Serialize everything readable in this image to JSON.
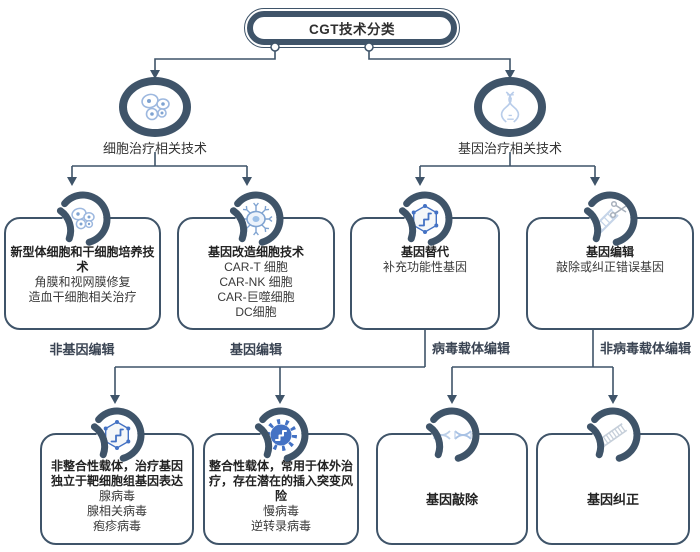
{
  "root": {
    "label": "CGT技术分类"
  },
  "colors": {
    "navy": "#3F5469",
    "light_blue": "#9DB8DF",
    "accent_blue": "#4472C4"
  },
  "level2": [
    {
      "label": "细胞治疗相关技术",
      "icon": "cells-icon"
    },
    {
      "label": "基因治疗相关技术",
      "icon": "dna-icon"
    }
  ],
  "level3": [
    {
      "title": "新型体细胞和干细胞培养技术",
      "body": [
        "角膜和视网膜修复",
        "造血干细胞相关治疗"
      ],
      "tag": "非基因编辑",
      "icon": "cells-icon"
    },
    {
      "title": "基因改造细胞技术",
      "body": [
        "CAR-T 细胞",
        "CAR-NK 细胞",
        "CAR-巨噬细胞",
        "DC细胞"
      ],
      "tag": "基因编辑",
      "icon": "car-cell-icon"
    },
    {
      "title": "基因替代",
      "body": [
        "补充功能性基因"
      ],
      "branch": "病毒载体编辑",
      "icon": "gene-hexagon-icon"
    },
    {
      "title": "基因编辑",
      "body": [
        "敲除或纠正错误基因"
      ],
      "branch": "非病毒载体编辑",
      "icon": "dna-scissors-icon"
    }
  ],
  "level4": [
    {
      "title": "非整合性载体，治疗基因独立于靶细胞组基因表达",
      "body": [
        "腺病毒",
        "腺相关病毒",
        "疱疹病毒"
      ],
      "icon": "gene-hexagon-icon"
    },
    {
      "title": "整合性载体，常用于体外治疗，存在潜在的插入突变风险",
      "body": [
        "慢病毒",
        "逆转录病毒"
      ],
      "icon": "virus-icon"
    },
    {
      "title": "基因敲除",
      "body": [],
      "icon": "dna-cut-icon"
    },
    {
      "title": "基因纠正",
      "body": [],
      "icon": "dna-ladder-icon"
    }
  ]
}
